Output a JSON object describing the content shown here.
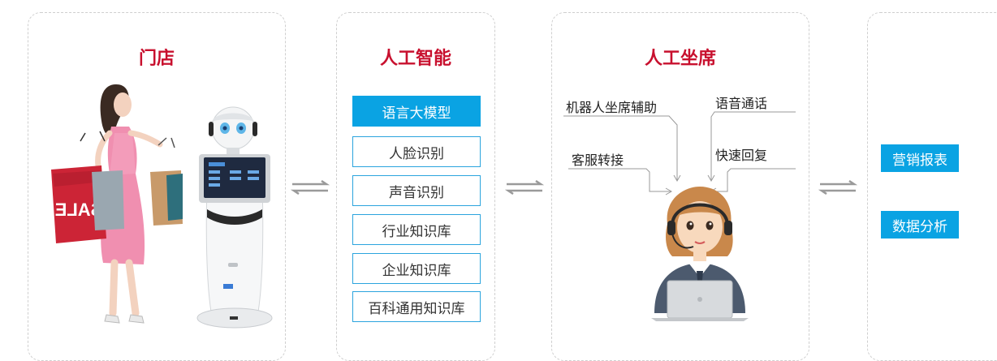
{
  "panels": {
    "store": {
      "title": "门店"
    },
    "ai": {
      "title": "人工智能",
      "items": [
        "语言大模型",
        "人脸识别",
        "声音识别",
        "行业知识库",
        "企业知识库",
        "百科通用知识库"
      ]
    },
    "agent": {
      "title": "人工坐席",
      "labels": {
        "robot_assist": "机器人坐席辅助",
        "voice_call": "语音通话",
        "transfer": "客服转接",
        "quick_reply": "快速回复"
      }
    },
    "reports": {
      "items": [
        "营销报表",
        "数据分析"
      ]
    }
  },
  "shopping_bag_text": "SALE",
  "colors": {
    "title_red": "#c8102e",
    "accent_blue": "#0aa3e3",
    "border_blue": "#2ba4de",
    "arrow_gray": "#9a9a9a"
  }
}
